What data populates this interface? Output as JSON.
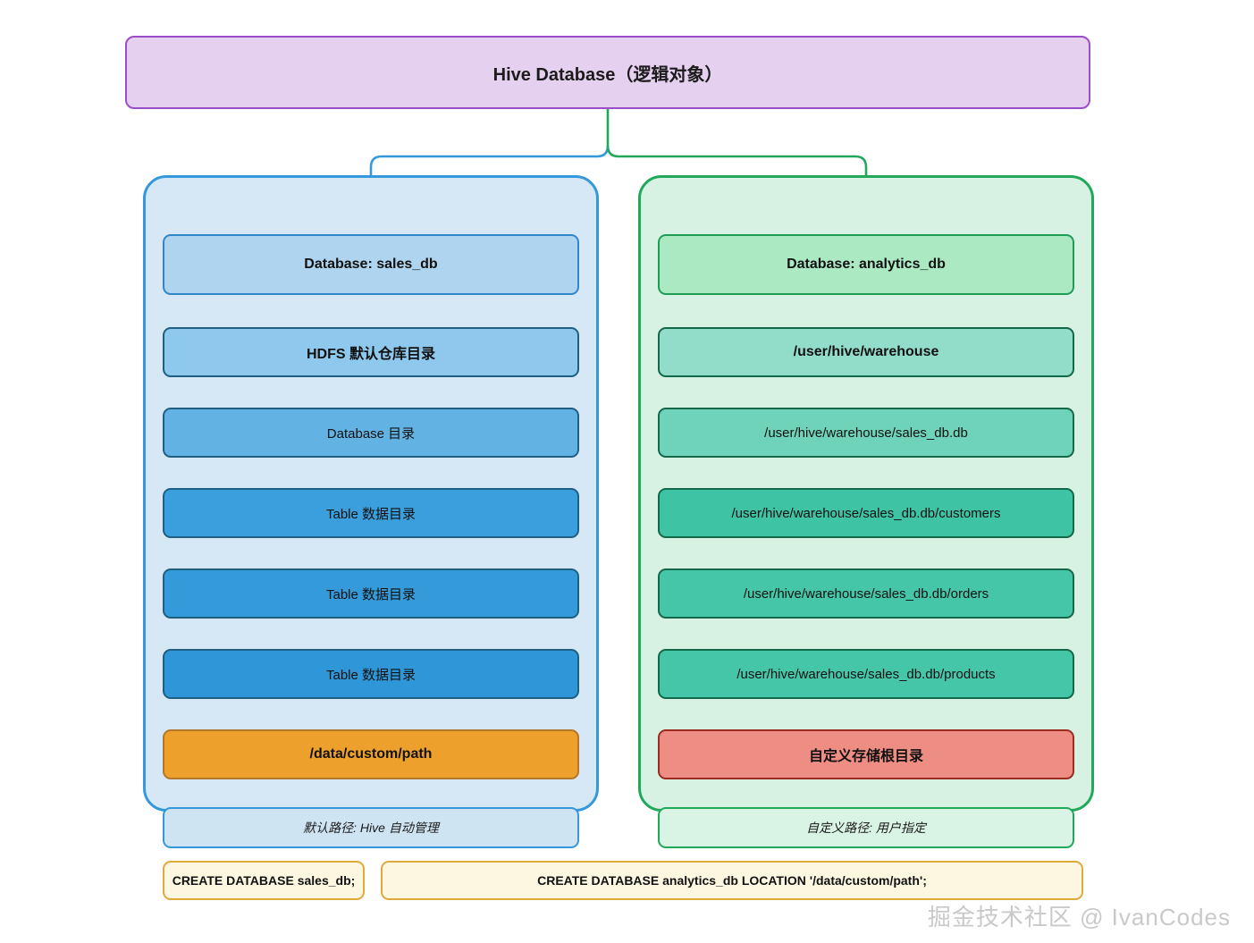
{
  "diagram": {
    "type": "flowchart",
    "root": {
      "label": "Hive Database（逻辑对象）"
    },
    "branches": [
      {
        "id": "default-path",
        "accent": "#3498db",
        "panel_fill": "#d6e8f5",
        "caption": "默认路径: Hive 自动管理",
        "sql": "CREATE DATABASE sales_db;",
        "nodes": [
          {
            "label": "Database: sales_db",
            "fill": "#aed4ef",
            "bold": true
          },
          {
            "label": "HDFS 默认仓库目录",
            "fill": "#8ec8ec",
            "bold": true
          },
          {
            "label": "Database 目录",
            "fill": "#62b3e3",
            "bold": false
          },
          {
            "label": "Table 数据目录",
            "fill": "#3a9fdc",
            "bold": false
          },
          {
            "label": "Table 数据目录",
            "fill": "#349ad9",
            "bold": false
          },
          {
            "label": "Table 数据目录",
            "fill": "#2f97d8",
            "bold": false
          },
          {
            "label": "/data/custom/path",
            "fill": "#eda02c",
            "bold": true
          }
        ]
      },
      {
        "id": "custom-path",
        "accent": "#21a85a",
        "panel_fill": "#d7f2e3",
        "caption": "自定义路径: 用户指定",
        "sql": "CREATE DATABASE analytics_db LOCATION '/data/custom/path';",
        "nodes": [
          {
            "label": "Database: analytics_db",
            "fill": "#abe9c3",
            "bold": true
          },
          {
            "label": "/user/hive/warehouse",
            "fill": "#92ddca",
            "bold": true
          },
          {
            "label": "/user/hive/warehouse/sales_db.db",
            "fill": "#6ed3b8",
            "bold": false
          },
          {
            "label": "/user/hive/warehouse/sales_db.db/customers",
            "fill": "#3ec3a5",
            "bold": false
          },
          {
            "label": "/user/hive/warehouse/sales_db.db/orders",
            "fill": "#45c6a8",
            "bold": false
          },
          {
            "label": "/user/hive/warehouse/sales_db.db/products",
            "fill": "#45c6a8",
            "bold": false
          },
          {
            "label": "自定义存储根目录",
            "fill": "#ee8d84",
            "bold": true
          }
        ]
      }
    ],
    "watermark": "掘金技术社区 @ IvanCodes",
    "colors": {
      "root_fill": "#e5d0f0",
      "root_border": "#9b4dca",
      "blue_accent": "#3498db",
      "green_accent": "#21a85a",
      "orange_fill": "#eda02c",
      "red_fill": "#ee8d84",
      "sql_fill": "#fdf6e0",
      "sql_border": "#e0a93b",
      "arrow_dark": "#2c4a5e"
    }
  }
}
